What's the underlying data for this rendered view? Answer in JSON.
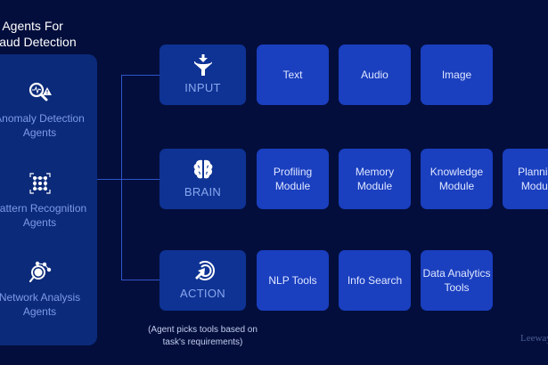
{
  "title": {
    "line1": "AI Agents For",
    "line2": "Fraud Detection"
  },
  "agents": [
    {
      "icon": "anomaly-search-warning-icon",
      "line1": "Anomaly Detection",
      "line2": "Agents"
    },
    {
      "icon": "pattern-grid-icon",
      "line1": "Pattern Recognition",
      "line2": "Agents"
    },
    {
      "icon": "network-analysis-icon",
      "line1": "Network Analysis",
      "line2": "Agents"
    }
  ],
  "categories": [
    {
      "label": "INPUT",
      "icon": "funnel-icon",
      "items": [
        "Text",
        "Audio",
        "Image"
      ]
    },
    {
      "label": "BRAIN",
      "icon": "brain-icon",
      "items": [
        "Profiling Module",
        "Memory Module",
        "Knowledge Module",
        "Planning Module"
      ]
    },
    {
      "label": "ACTION",
      "icon": "cursor-click-icon",
      "items": [
        "NLP Tools",
        "Info Search",
        "Data Analytics Tools"
      ]
    }
  ],
  "note": {
    "line1": "(Agent picks tools based on",
    "line2": "task's requirements)"
  },
  "watermark": "Leewayhertz",
  "colors": {
    "background": "#030e3c",
    "panel": "#0b2a7a",
    "category_box": "#0e3394",
    "item_box": "#1a3fbf",
    "connector": "#2f55c9"
  }
}
